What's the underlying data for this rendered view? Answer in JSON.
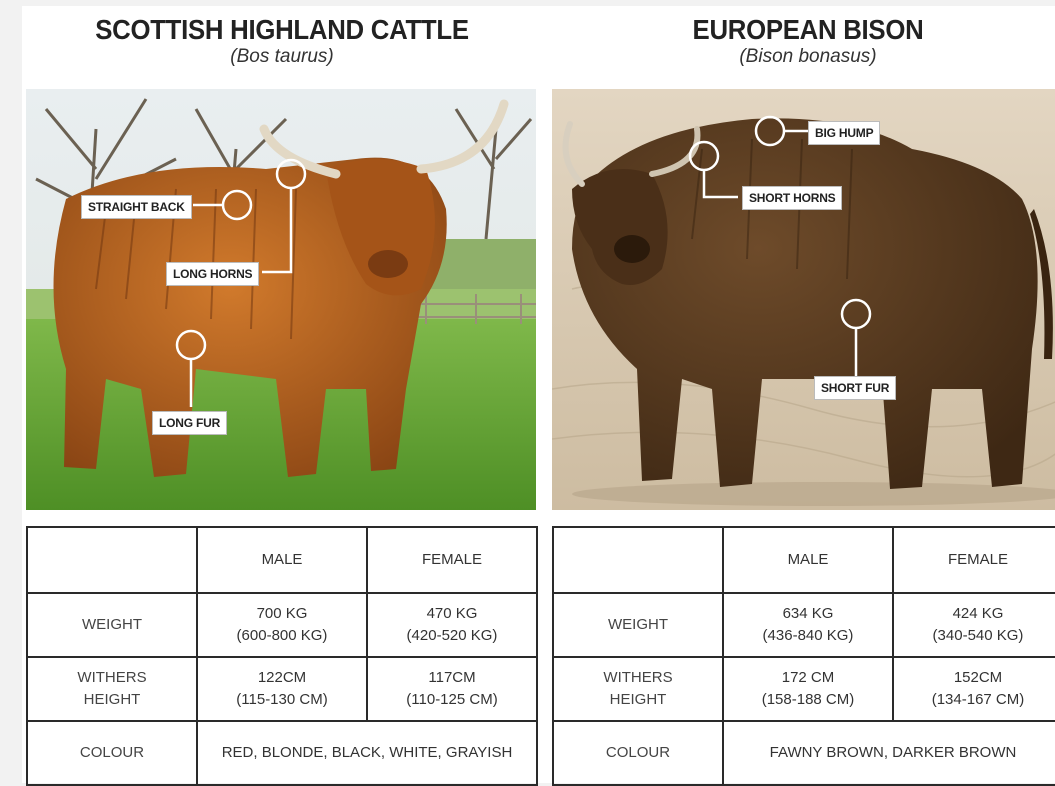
{
  "left": {
    "title": "SCOTTISH HIGHLAND CATTLE",
    "scientific_name": "(Bos taurus)",
    "callouts": {
      "straight_back": "STRAIGHT BACK",
      "long_horns": "LONG HORNS",
      "long_fur": "LONG FUR"
    },
    "table": {
      "headers": [
        "",
        "MALE",
        "FEMALE"
      ],
      "weight": {
        "label": "WEIGHT",
        "male_value": "700 KG",
        "male_range": "(600-800 KG)",
        "female_value": "470 KG",
        "female_range": "(420-520 KG)"
      },
      "withers": {
        "label_1": "WITHERS",
        "label_2": "HEIGHT",
        "male_value": "122CM",
        "male_range": "(115-130 CM)",
        "female_value": "117CM",
        "female_range": "(110-125 CM)"
      },
      "colour": {
        "label": "COLOUR",
        "value": "RED, BLONDE, BLACK, WHITE, GRAYISH"
      }
    }
  },
  "right": {
    "title": "EUROPEAN BISON",
    "scientific_name": "(Bison bonasus)",
    "callouts": {
      "big_hump": "BIG HUMP",
      "short_horns": "SHORT HORNS",
      "short_fur": "SHORT FUR"
    },
    "table": {
      "headers": [
        "",
        "MALE",
        "FEMALE"
      ],
      "weight": {
        "label": "WEIGHT",
        "male_value": "634 KG",
        "male_range": "(436-840 KG)",
        "female_value": "424 KG",
        "female_range": "(340-540 KG)"
      },
      "withers": {
        "label_1": "WITHERS",
        "label_2": "HEIGHT",
        "male_value": "172 CM",
        "male_range": "(158-188 CM)",
        "female_value": "152CM",
        "female_range": "(134-167 CM)"
      },
      "colour": {
        "label": "COLOUR",
        "value": "FAWNY BROWN, DARKER BROWN"
      }
    }
  },
  "colors": {
    "grass": "#5f9e2f",
    "cattle_fur": "#b5621f",
    "bison_fur": "#5a3d22",
    "sand": "#d8cbb5",
    "border": "#2a2a2a"
  }
}
